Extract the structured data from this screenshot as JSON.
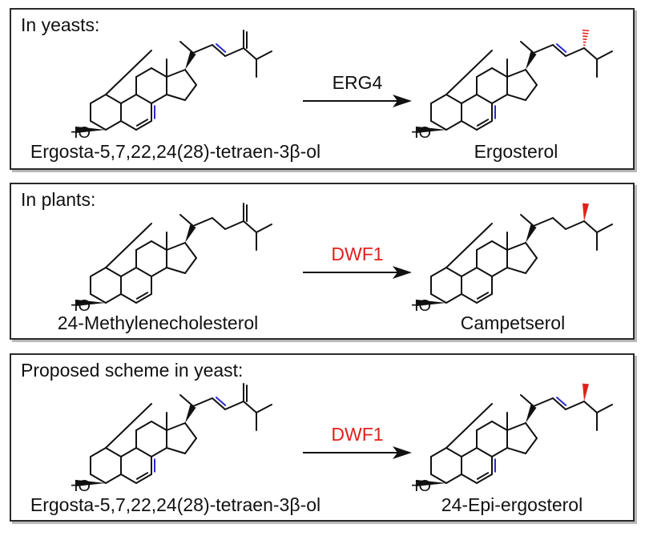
{
  "panels": [
    {
      "title": "In yeasts:",
      "enzyme": "ERG4",
      "enzyme_color": "#111111",
      "substrate": {
        "name": "Ergosta-5,7,22,24(28)-tetraen-3β-ol",
        "ho": "HO",
        "variant": "yeast-substrate"
      },
      "product": {
        "name": "Ergosterol",
        "ho": "HO",
        "variant": "ergosterol"
      }
    },
    {
      "title": "In plants:",
      "enzyme": "DWF1",
      "enzyme_color": "#e0201b",
      "substrate": {
        "name": "24-Methylenecholesterol",
        "ho": "HO",
        "variant": "plant-substrate"
      },
      "product": {
        "name": "Campetserol",
        "ho": "HO",
        "variant": "campesterol"
      }
    },
    {
      "title": "Proposed scheme in yeast:",
      "enzyme": "DWF1",
      "enzyme_color": "#e0201b",
      "substrate": {
        "name": "Ergosta-5,7,22,24(28)-tetraen-3β-ol",
        "ho": "HO",
        "variant": "yeast-substrate"
      },
      "product": {
        "name": "24-Epi-ergosterol",
        "ho": "HO",
        "variant": "epi-ergosterol"
      }
    }
  ],
  "colors": {
    "bond": "#111111",
    "new_double_bond": "#2a2ad0",
    "stereo_red": "#e0201b"
  }
}
